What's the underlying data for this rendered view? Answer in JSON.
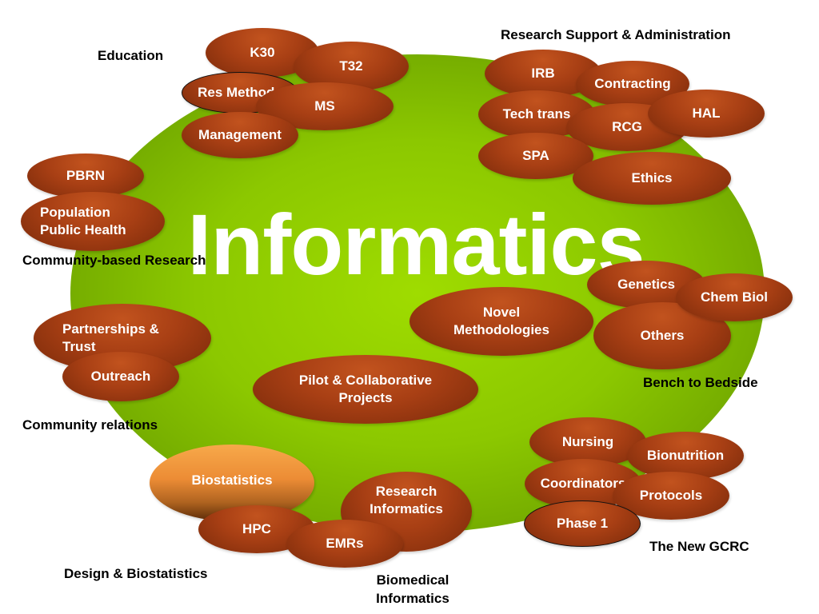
{
  "title": "Informatics",
  "colors": {
    "hub": "#8cc800",
    "node": "#a83f14",
    "highlight_node": "#ec8c35",
    "label_text": "#000000",
    "node_text": "#ffffff"
  },
  "groups": {
    "education": "Education",
    "research_support": "Research Support & Administration",
    "community_research": "Community-based Research",
    "bench_to_bedside": "Bench to Bedside",
    "community_relations": "Community relations",
    "new_gcrc": "The New GCRC",
    "design_biostats": "Design & Biostatistics",
    "biomedical_informatics": "Biomedical\nInformatics"
  },
  "nodes": {
    "k30": "K30",
    "t32": "T32",
    "res_methods": "Res Methods",
    "ms": "MS",
    "management": "Management",
    "irb": "IRB",
    "contracting": "Contracting",
    "tech_trans": "Tech trans",
    "rcg": "RCG",
    "hal": "HAL",
    "spa": "SPA",
    "ethics": "Ethics",
    "pbrn": "PBRN",
    "population_public_health": "Population\nPublic Health",
    "genetics": "Genetics",
    "chem_biol": "Chem Biol",
    "others": "Others",
    "novel_methodologies": "Novel\nMethodologies",
    "partnerships_trust": "Partnerships &\nTrust",
    "outreach": "Outreach",
    "pilot_projects": "Pilot & Collaborative\nProjects",
    "nursing": "Nursing",
    "bionutrition": "Bionutrition",
    "coordinators": "Coordinators",
    "protocols": "Protocols",
    "phase1": "Phase 1",
    "biostatistics": "Biostatistics",
    "research_informatics": "Research\nInformatics",
    "hpc": "HPC",
    "emrs": "EMRs"
  }
}
